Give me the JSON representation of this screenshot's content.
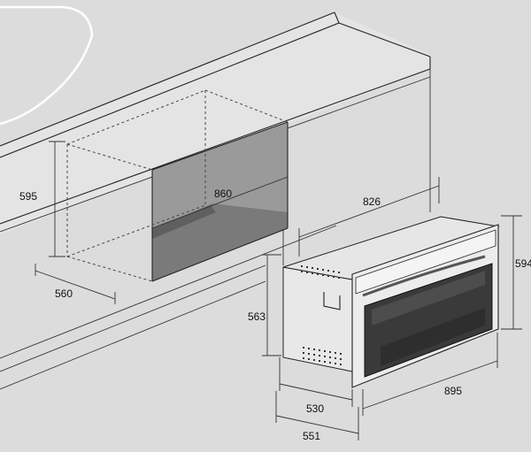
{
  "dimensions": {
    "niche_height": "595",
    "niche_depth": "560",
    "niche_width": "860",
    "oven_width": "826",
    "oven_front_height": "594",
    "oven_body_height": "563",
    "oven_body_depth": "530",
    "oven_total_depth": "551",
    "oven_front_width": "895"
  },
  "colors": {
    "background": "#dcdcdc",
    "counter_top": "#e4e4e4",
    "cavity_shade": "#9a9a9a",
    "cavity_dark": "#6f6f6f",
    "oven_window": "#3a3a3a",
    "line": "#222222"
  }
}
